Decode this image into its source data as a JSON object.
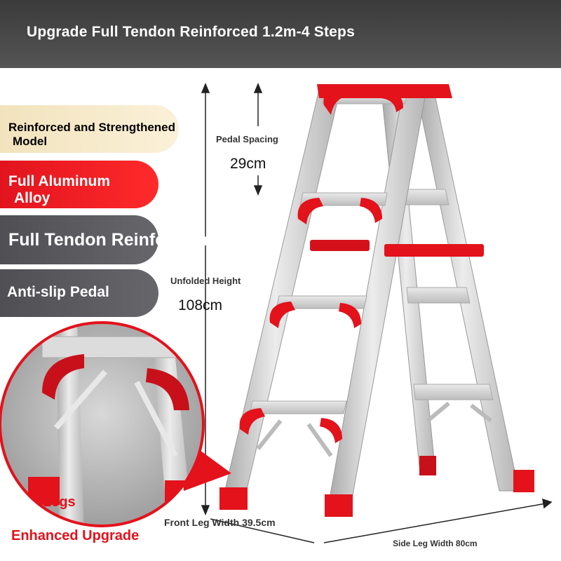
{
  "banner": {
    "title": "Upgrade Full Tendon Reinforced 1.2m-4 Steps"
  },
  "features": [
    {
      "line1": "Reinforced and Strengthened",
      "line2": "Model"
    },
    {
      "line1": "Full Aluminum",
      "line2": "Alloy"
    },
    {
      "line1": "Full Tendon Reinforcement"
    },
    {
      "line1": "Anti-slip Pedal"
    }
  ],
  "measurements": {
    "pedal_spacing_label": "Pedal Spacing",
    "pedal_spacing_value": "29cm",
    "unfolded_height_label": "Unfolded Height",
    "unfolded_height_value": "108cm",
    "front_leg_width": "Front Leg Width 39.5cm",
    "side_leg_width": "Side Leg Width 80cm"
  },
  "detail_callout": {
    "legs": "Legs",
    "enhanced": "Enhanced Upgrade"
  },
  "colors": {
    "accent_red": "#e3121b",
    "aluminum": "#c9c9c9",
    "banner": "#444444",
    "cream": "#f6e8c6"
  }
}
